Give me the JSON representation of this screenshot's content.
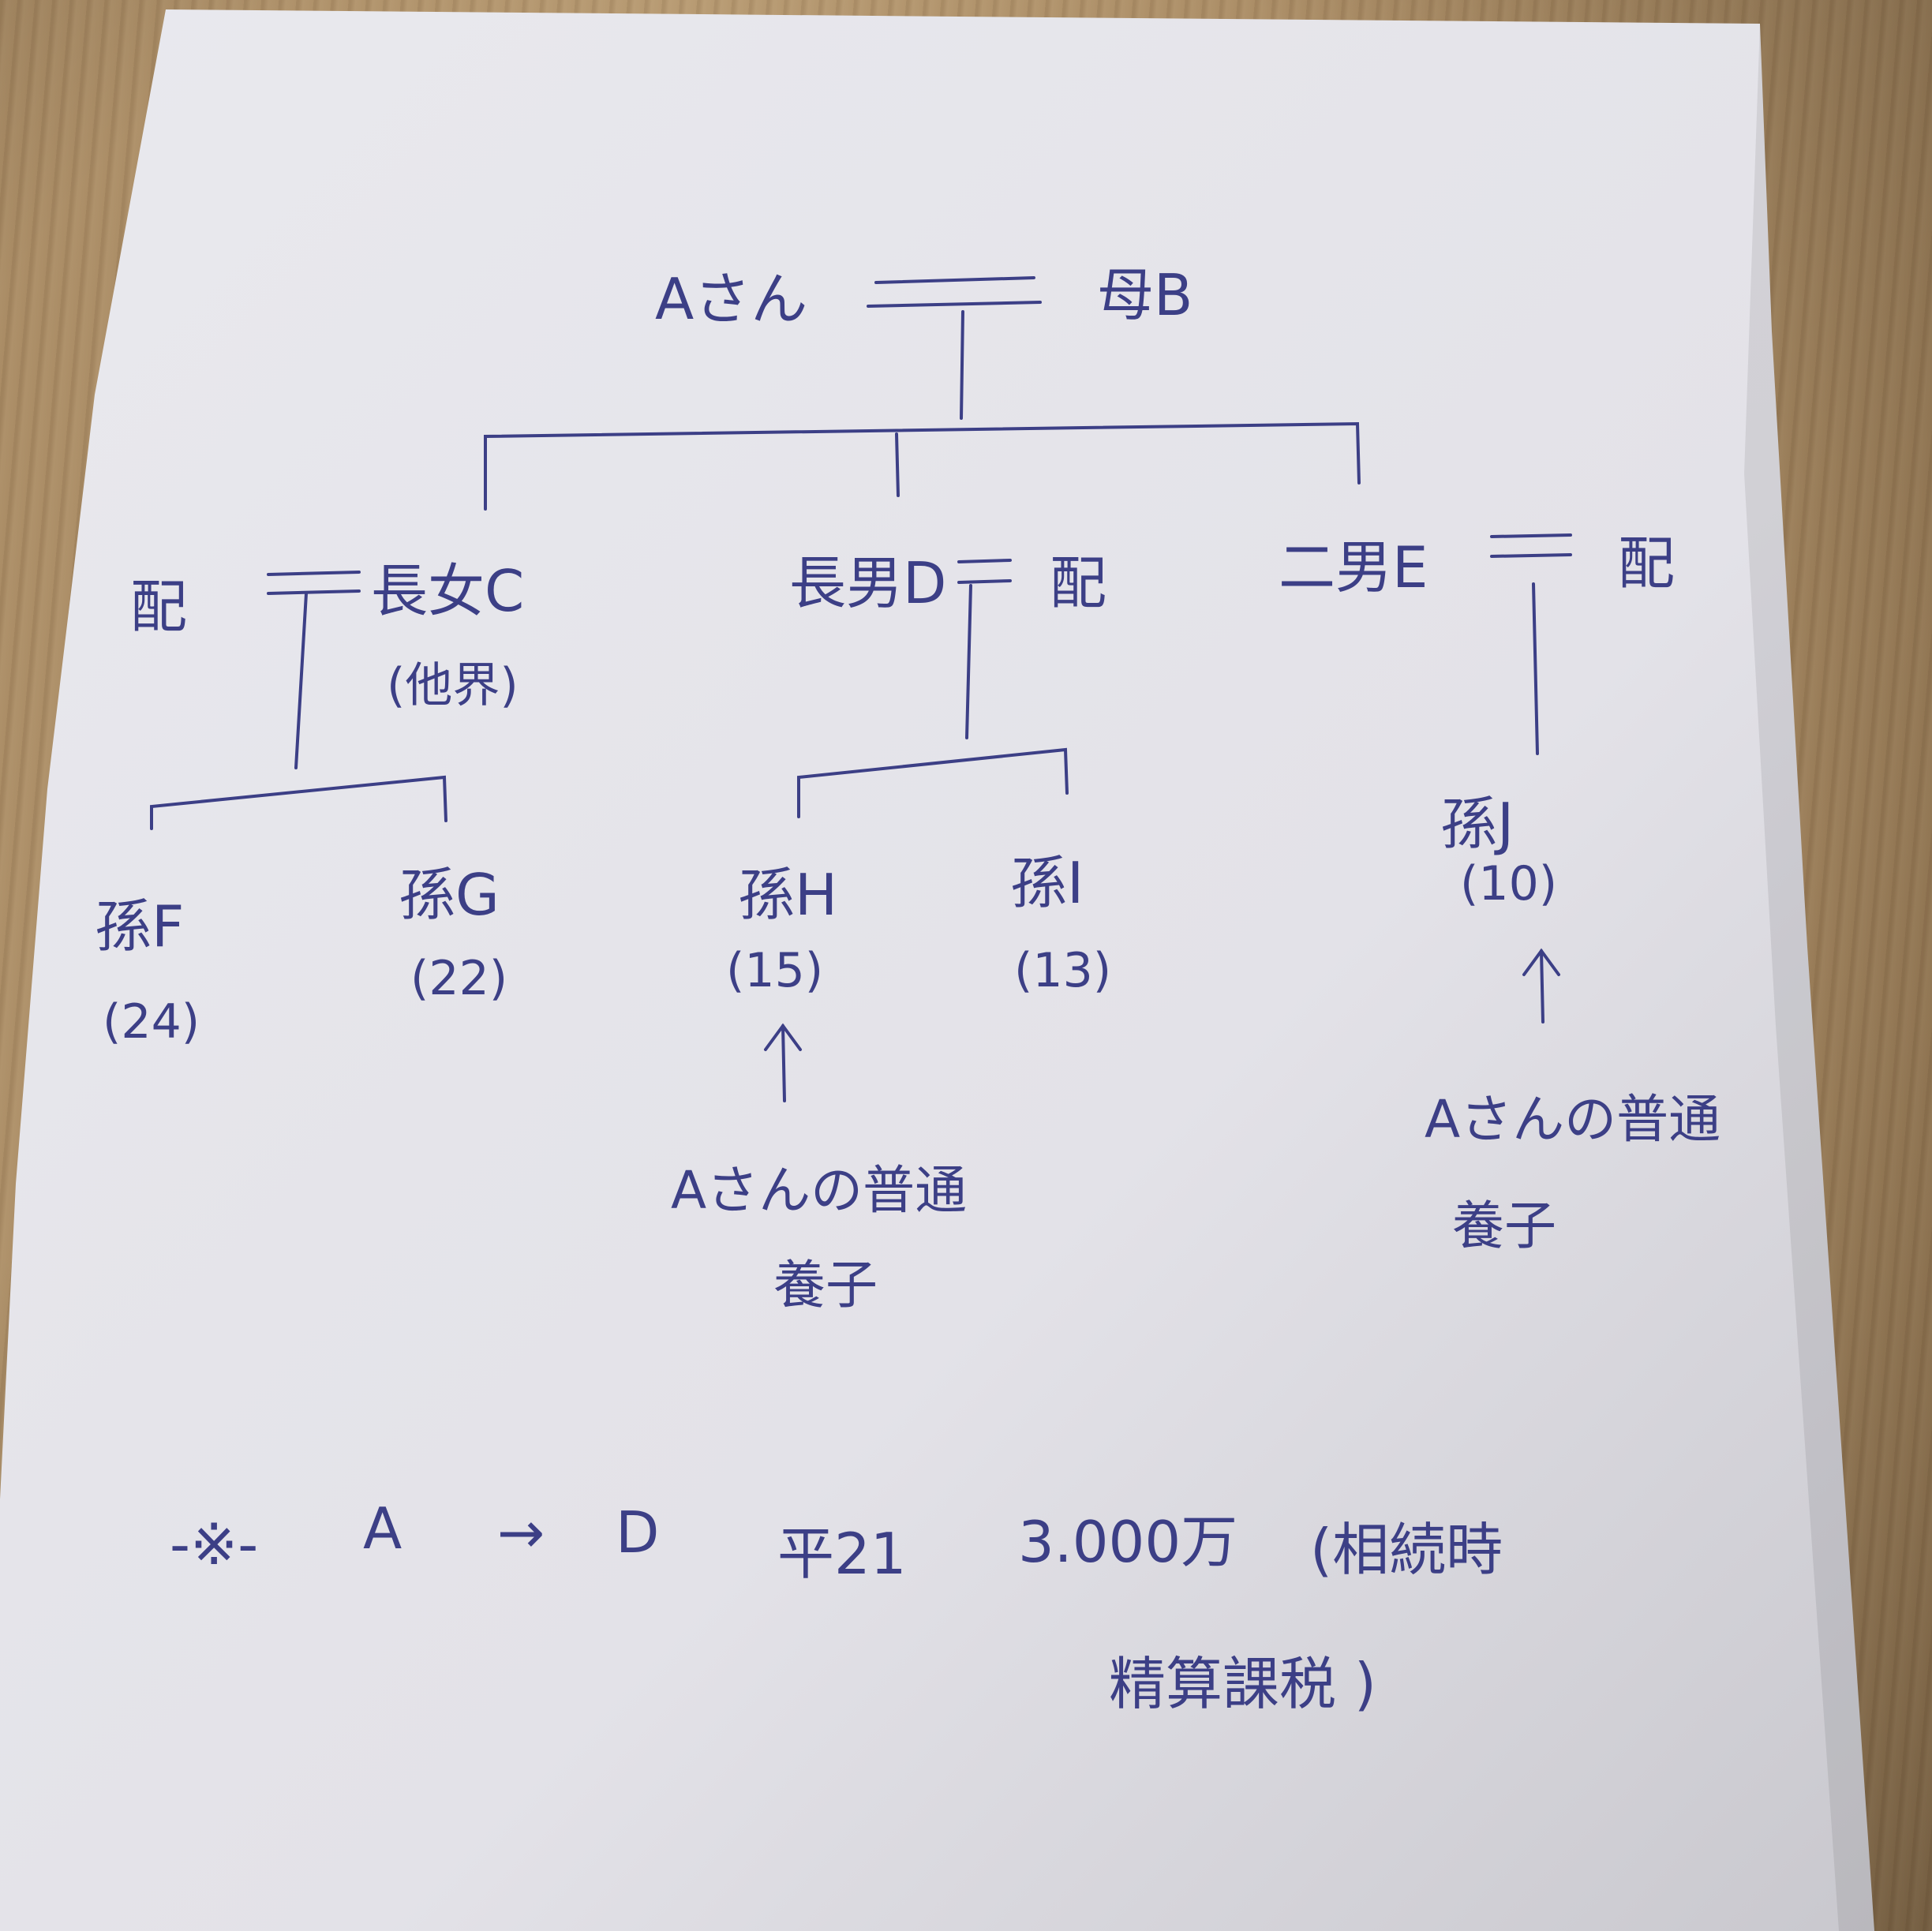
{
  "tree": {
    "root": {
      "name": "Aさん",
      "spouse": "母B"
    },
    "children": [
      {
        "name": "長女C",
        "note": "(他界)",
        "spouse": "配"
      },
      {
        "name": "長男D",
        "spouse": "配"
      },
      {
        "name": "二男E",
        "spouse": "配"
      }
    ],
    "grandchildren": [
      {
        "name": "孫F",
        "age": "(24)"
      },
      {
        "name": "孫G",
        "age": "(22)"
      },
      {
        "name": "孫H",
        "age": "(15)",
        "note_line1": "Aさんの普通",
        "note_line2": "養子"
      },
      {
        "name": "孫I",
        "age": "(13)"
      },
      {
        "name": "孫J",
        "age": "(10)",
        "note_line1": "Aさんの普通",
        "note_line2": "養子"
      }
    ]
  },
  "footnote": {
    "mark": "-※-",
    "from": "A",
    "arrow": "→",
    "to": "D",
    "year": "平21",
    "amount": "3.000万",
    "detail_line1": "(相続時",
    "detail_line2": "精算課税 )"
  },
  "colors": {
    "ink": "#3c3f86",
    "paper": "#e8e7ec"
  }
}
